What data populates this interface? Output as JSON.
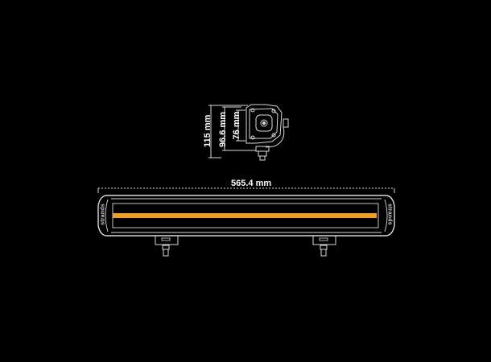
{
  "diagram": {
    "subject": "LED light bar technical drawing",
    "background_color": "#000000",
    "line_color": "#d9d9d9",
    "accent_color": "#f0a020",
    "dimensions": {
      "width": "565.4 mm",
      "height_total": "115 mm",
      "height_mid": "96.6 mm",
      "height_body": "76 mm"
    },
    "brand_left": "strands",
    "brand_right": "strands"
  }
}
